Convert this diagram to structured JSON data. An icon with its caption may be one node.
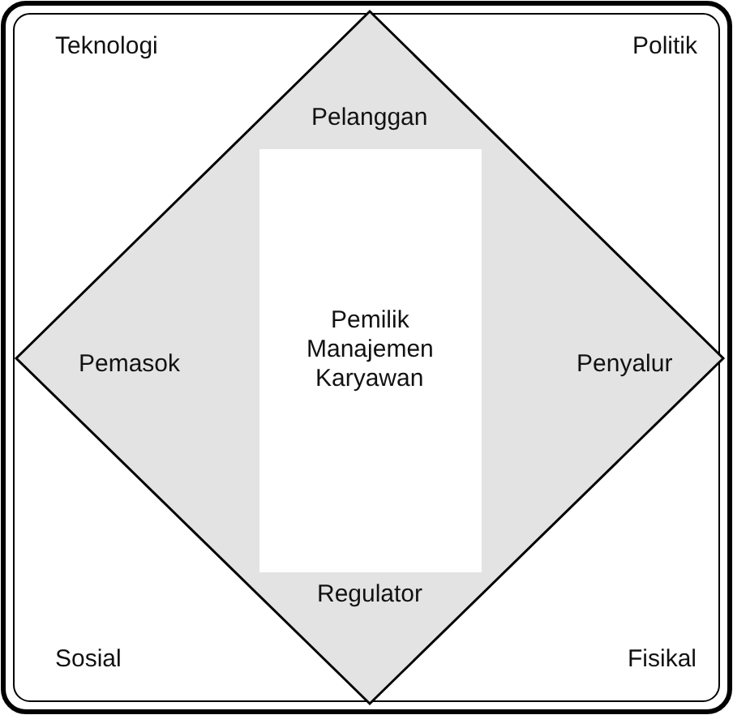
{
  "diagram": {
    "nodes": [
      {
        "text": [
          "Pelanggan"
        ]
      },
      {
        "text": [
          "Pemasok"
        ]
      },
      {
        "text": [
          "Pemilik",
          "Manajemen",
          "Karyawan"
        ]
      },
      {
        "text": [
          "Penyalur"
        ]
      },
      {
        "text": [
          "Regulator"
        ]
      }
    ],
    "labels": [
      "Teknologi",
      "Politik",
      "Sosial",
      "Fisikal"
    ]
  }
}
